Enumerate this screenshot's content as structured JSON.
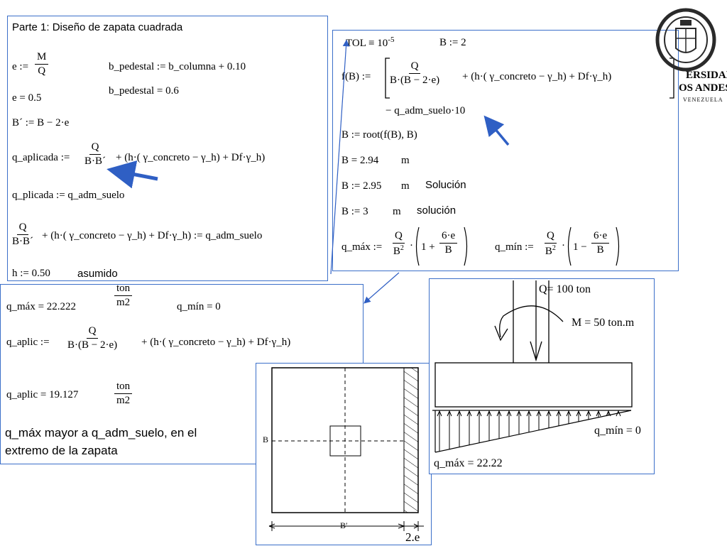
{
  "panel1": {
    "title": "Parte 1: Diseño de zapata cuadrada",
    "e_def_lhs": "e :=",
    "e_num": "M",
    "e_den": "Q",
    "e_val": "e = 0.5",
    "bped_def": "b_pedestal := b_columna + 0.10",
    "bped_val": "b_pedestal = 0.6",
    "bprime": "B´ := B − 2·e",
    "qapl_lhs": "q_aplicada :=",
    "qapl_num": "Q",
    "qapl_den": "B·B´",
    "qapl_rest": "+ (h·( γ_concreto − γ_h) + Df·γ_h)",
    "qplicada": "q_plicada := q_adm_suelo",
    "eq_num": "Q",
    "eq_den": "B·B´",
    "eq_rest": "+ (h·( γ_concreto − γ_h) + Df·γ_h) := q_adm_suelo",
    "h_def": "h := 0.50",
    "h_note": "asumido"
  },
  "panel2": {
    "tol": "TOL ≡ 10",
    "tol_exp": "-5",
    "b_init": "B := 2",
    "f_lhs": "f(B) :=",
    "f_num": "Q",
    "f_den": "B·(B − 2·e)",
    "f_rest": "+ (h·( γ_concreto − γ_h) + Df·γ_h)",
    "f_line2": "− q_adm_suelo·10",
    "root": "B := root(f(B), B)",
    "b_val": "B = 2.94",
    "b_val_unit": "m",
    "b_sol1": "B := 2.95",
    "b_sol1_unit": "m",
    "b_sol1_note": "Solución",
    "b_sol2": "B := 3",
    "b_sol2_unit": "m",
    "b_sol2_note": "solución",
    "qmax_lhs": "q_máx :=",
    "qmax_num": "Q",
    "qmax_den": "B",
    "qmax_den_exp": "2",
    "qmax_one": "1 +",
    "qmax_inner_num": "6·e",
    "qmax_inner_den": "B",
    "qmin_lhs": "q_mín :=",
    "qmin_num": "Q",
    "qmin_den": "B",
    "qmin_den_exp": "2",
    "qmin_one": "1 −",
    "qmin_inner_num": "6·e",
    "qmin_inner_den": "B"
  },
  "panel3": {
    "qmax": "q_máx = 22.222",
    "qmax_unit_num": "ton",
    "qmax_unit_den": "m2",
    "qmin": "q_mín = 0",
    "qaplic_lhs": "q_aplic :=",
    "qaplic_num": "Q",
    "qaplic_den": "B·(B − 2·e)",
    "qaplic_rest": "+ (h·( γ_concreto − γ_h) + Df·γ_h)",
    "qaplic_val": "q_aplic = 19.127",
    "qaplic_unit_num": "ton",
    "qaplic_unit_den": "m2",
    "note_line1": "q_máx mayor a q_adm_suelo, en el",
    "note_line2": "extremo de la zapata"
  },
  "plan": {
    "label_b": "B",
    "label_bprime": "B′",
    "label_2e": "2.e"
  },
  "section": {
    "q_label": "Q= 100 ton",
    "m_label": "M = 50 ton.m",
    "qmin_label": "q_mín = 0",
    "qmax_label": "q_máx = 22.22"
  },
  "logo": {
    "line1": "ERSIDAD",
    "line2": "OS ANDES",
    "line3": "VENEZUELA"
  },
  "colors": {
    "panel_border": "#3b6fc9",
    "arrow_blue": "#2f5fc4",
    "logo_dark": "#2a2a2a"
  }
}
